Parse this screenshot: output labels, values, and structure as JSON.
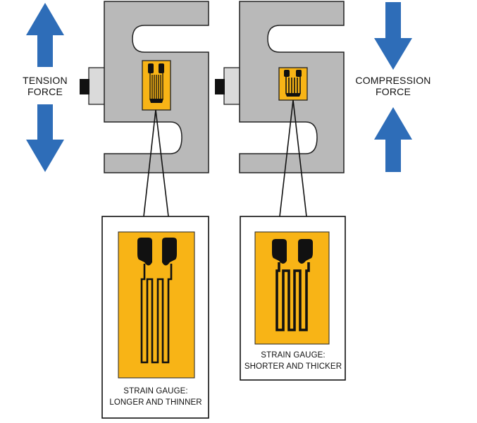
{
  "labels": {
    "tension_line1": "TENSION",
    "tension_line2": "FORCE",
    "compression_line1": "COMPRESSION",
    "compression_line2": "FORCE"
  },
  "captions": {
    "left_line1": "STRAIN GAUGE:",
    "left_line2": "LONGER AND THINNER",
    "right_line1": "STRAIN GAUGE:",
    "right_line2": "SHORTER AND THICKER"
  },
  "colors": {
    "arrow": "#2E6DB8",
    "load_cell": "#B9B9B9",
    "gauge_backing": "#F8B416",
    "gauge_foil": "#111111",
    "outline": "#222222"
  },
  "icons": {
    "up": "arrow-up-icon",
    "down": "arrow-down-icon"
  }
}
